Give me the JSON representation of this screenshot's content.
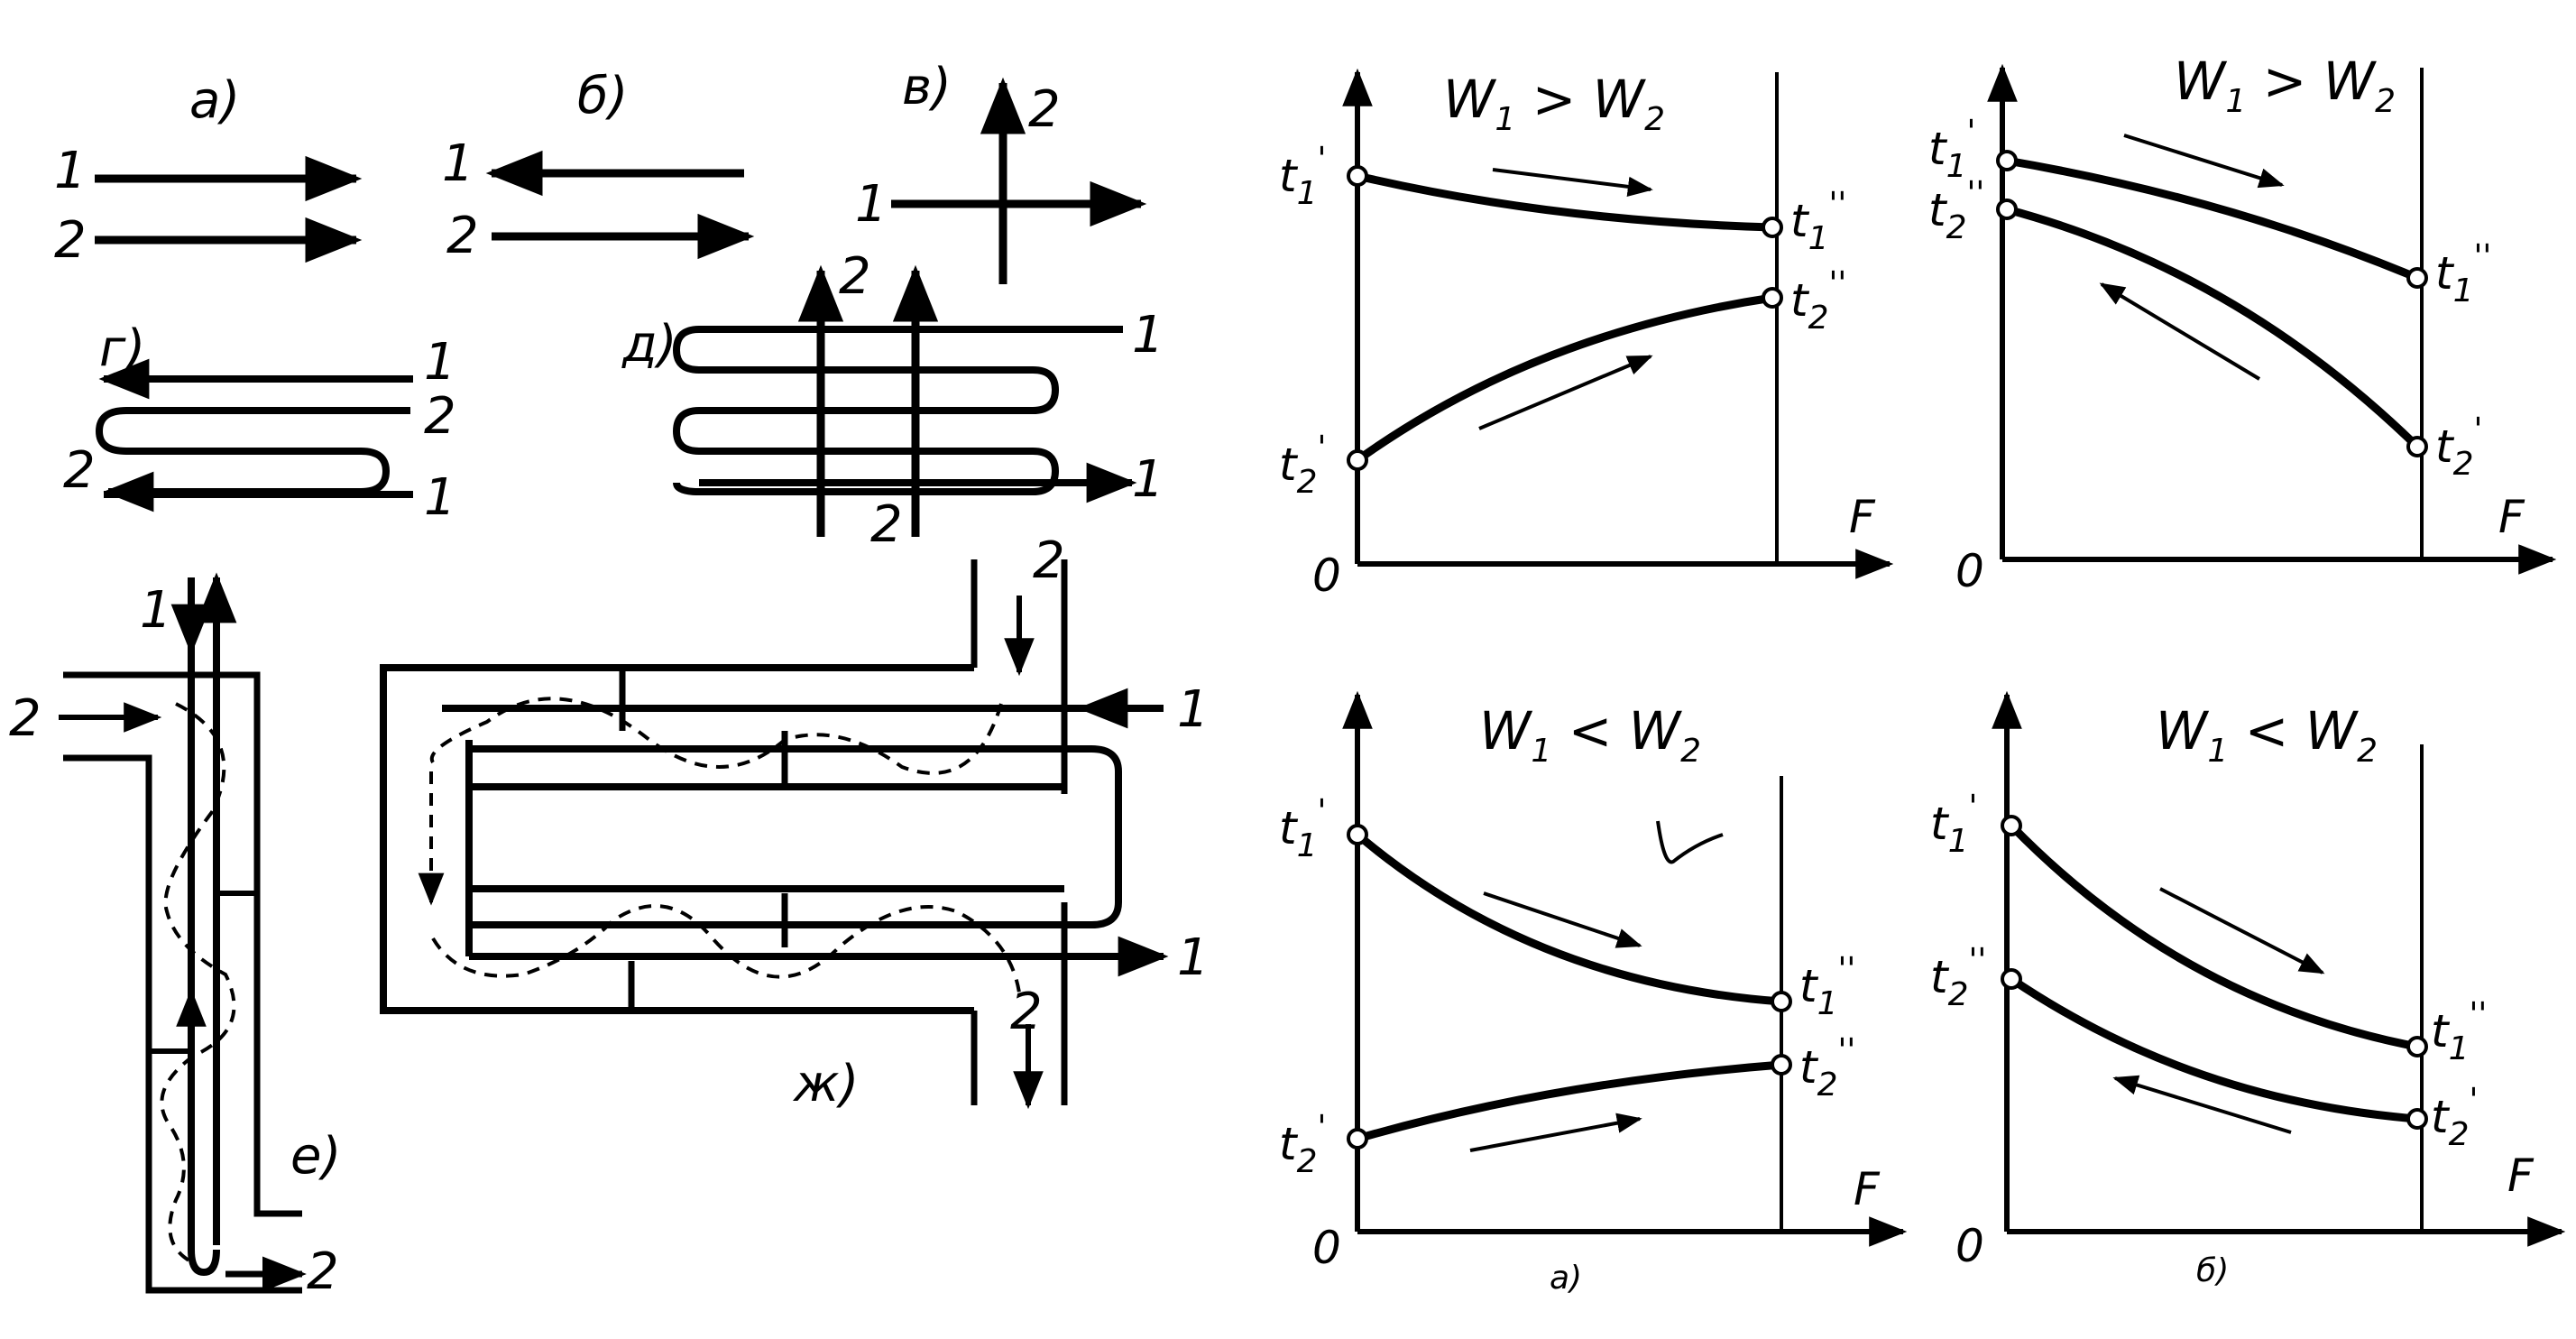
{
  "colors": {
    "ink": "#000000",
    "paper": "#ffffff"
  },
  "schemes": {
    "a_label": "а)",
    "b_label": "б)",
    "v_label": "в)",
    "g_label": "г)",
    "d_label": "д)",
    "e_label": "е)",
    "zh_label": "ж)",
    "n1": "1",
    "n2": "2"
  },
  "graphs": {
    "axis_origin": "0",
    "axis_x": "F",
    "col_a_label": "а)",
    "col_b_label": "б)",
    "panels": [
      {
        "title_main": "W",
        "title_s1": "1",
        "title_op": " > W",
        "title_s2": "2",
        "labels": [
          {
            "base": "t",
            "sub": "1",
            "prime": "'"
          },
          {
            "base": "t",
            "sub": "1",
            "prime": "''"
          },
          {
            "base": "t",
            "sub": "2",
            "prime": "'"
          },
          {
            "base": "t",
            "sub": "2",
            "prime": "''"
          }
        ]
      },
      {
        "title_main": "W",
        "title_s1": "1",
        "title_op": " > W",
        "title_s2": "2",
        "labels": [
          {
            "base": "t",
            "sub": "1",
            "prime": "'"
          },
          {
            "base": "t",
            "sub": "2",
            "prime": "''"
          },
          {
            "base": "t",
            "sub": "1",
            "prime": "''"
          },
          {
            "base": "t",
            "sub": "2",
            "prime": "'"
          }
        ]
      },
      {
        "title_main": "W",
        "title_s1": "1",
        "title_op": " < W",
        "title_s2": "2",
        "labels": [
          {
            "base": "t",
            "sub": "1",
            "prime": "'"
          },
          {
            "base": "t",
            "sub": "1",
            "prime": "''"
          },
          {
            "base": "t",
            "sub": "2",
            "prime": "'"
          },
          {
            "base": "t",
            "sub": "2",
            "prime": "''"
          }
        ]
      },
      {
        "title_main": "W",
        "title_s1": "1",
        "title_op": " < W",
        "title_s2": "2",
        "labels": [
          {
            "base": "t",
            "sub": "1",
            "prime": "'"
          },
          {
            "base": "t",
            "sub": "2",
            "prime": "''"
          },
          {
            "base": "t",
            "sub": "1",
            "prime": "''"
          },
          {
            "base": "t",
            "sub": "2",
            "prime": "'"
          }
        ]
      }
    ]
  }
}
